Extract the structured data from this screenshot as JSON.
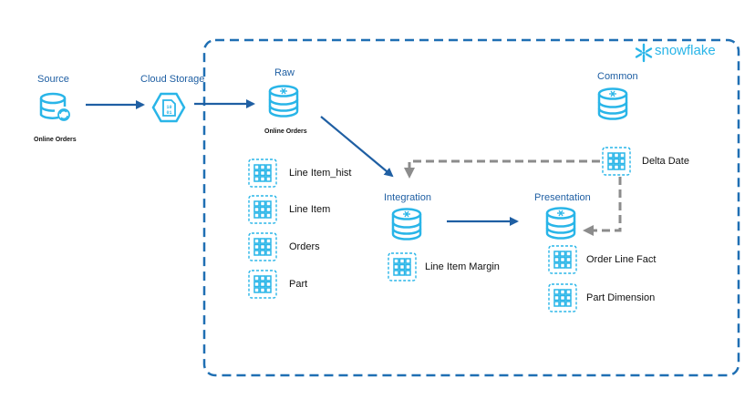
{
  "diagram": {
    "nodes": {
      "source": {
        "title": "Source",
        "subtitle": "Online Orders"
      },
      "cloud_storage": {
        "title": "Cloud Storage"
      },
      "raw": {
        "title": "Raw",
        "subtitle": "Online Orders"
      },
      "common": {
        "title": "Common"
      },
      "integration": {
        "title": "Integration"
      },
      "presentation": {
        "title": "Presentation"
      }
    },
    "raw_tables": [
      "Line Item_hist",
      "Line Item",
      "Orders",
      "Part"
    ],
    "common_tables": [
      "Delta Date"
    ],
    "integration_tables": [
      "Line Item Margin"
    ],
    "presentation_tables": [
      "Order Line Fact",
      "Part Dimension"
    ],
    "logo_text": "snowflake"
  },
  "colors": {
    "primary": "#1f5fa3",
    "accent": "#29b5e8",
    "dashed_arrow": "#8c8c8c"
  },
  "icons": [
    "database-sync-icon",
    "cloud-storage-file-icon",
    "snowflake-database-icon",
    "table-grid-icon",
    "snowflake-logo-icon"
  ]
}
